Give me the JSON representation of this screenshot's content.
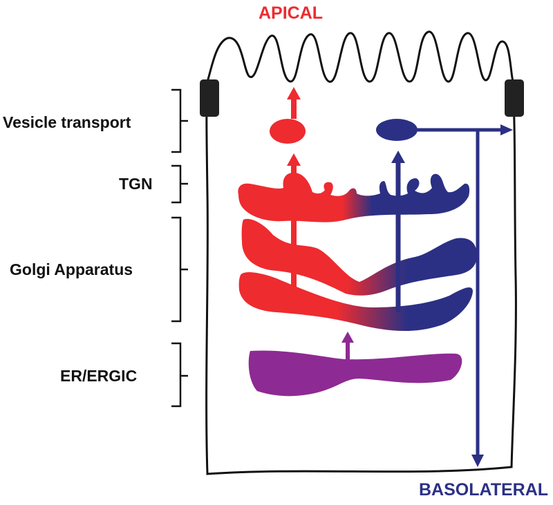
{
  "labels": {
    "apical": "APICAL",
    "basolateral": "BASOLATERAL",
    "vesicle_transport": "Vesicle transport",
    "tgn": "TGN",
    "golgi": "Golgi Apparatus",
    "er": "ER/ERGIC"
  },
  "colors": {
    "apical": "#ee2b2f",
    "basolateral": "#2b3084",
    "er": "#8e2a93",
    "membrane": "#111111",
    "junction": "#222222"
  }
}
